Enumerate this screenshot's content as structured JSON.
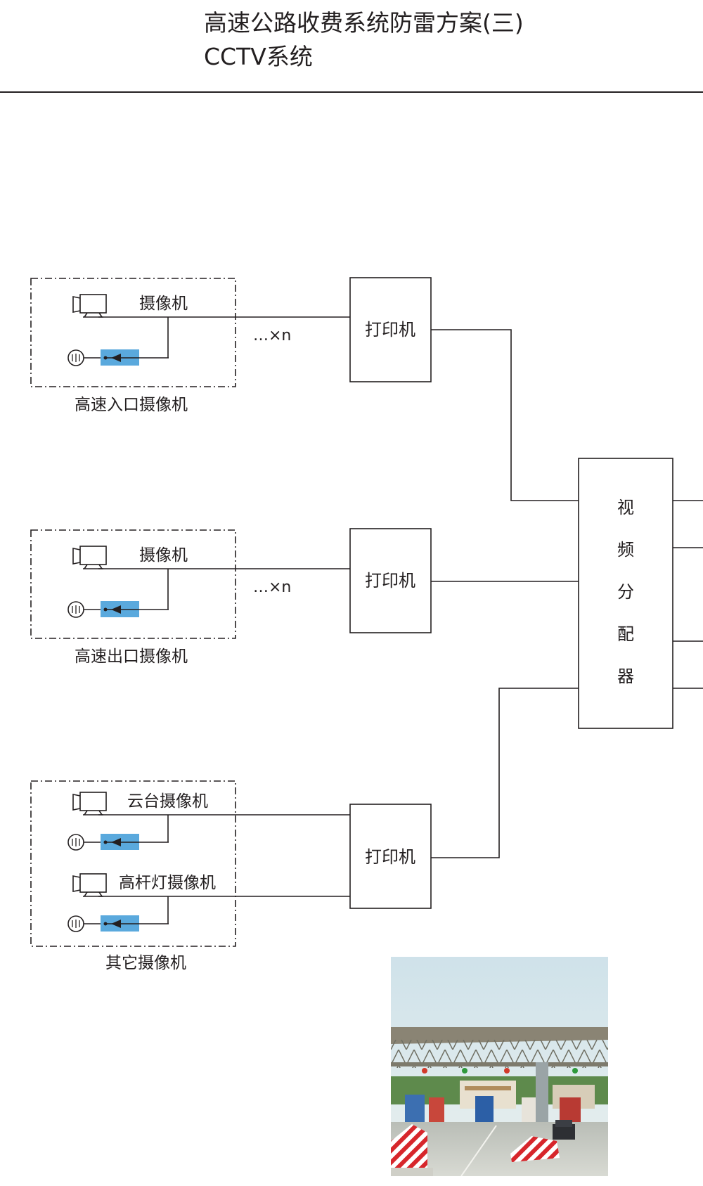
{
  "header": {
    "title_line1": "高速公路收费系统防雷方案(三)",
    "title_line2": "CCTV系统"
  },
  "diagram": {
    "groups": [
      {
        "id": "entrance",
        "caption": "高速入口摄像机",
        "cameras": [
          "摄像机"
        ],
        "multiplier": "…×n"
      },
      {
        "id": "exit",
        "caption": "高速出口摄像机",
        "cameras": [
          "摄像机"
        ],
        "multiplier": "…×n"
      },
      {
        "id": "other",
        "caption": "其它摄像机",
        "cameras": [
          "云台摄像机",
          "高杆灯摄像机"
        ]
      }
    ],
    "printers": [
      "打印机",
      "打印机",
      "打印机"
    ],
    "distributor": {
      "chars": [
        "视",
        "频",
        "分",
        "配",
        "器"
      ]
    },
    "colors": {
      "line": "#231f20",
      "protector": "#5aa9dd"
    }
  },
  "photo": {
    "subject": "toll-station-photo"
  }
}
